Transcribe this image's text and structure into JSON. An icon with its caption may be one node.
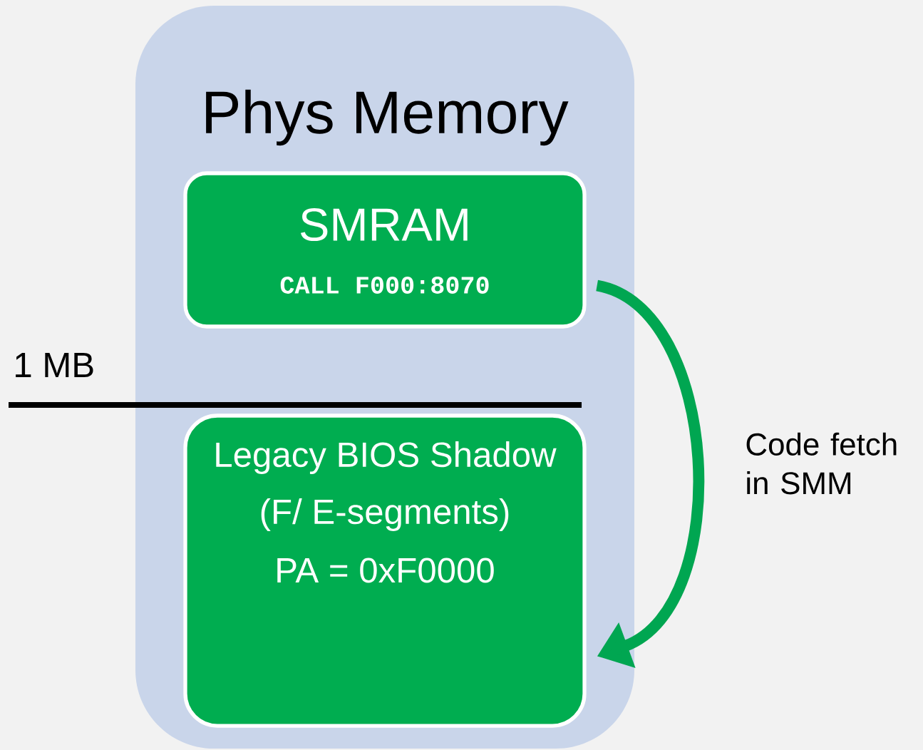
{
  "diagram": {
    "nodes": [
      {
        "text": [
          "Phys Memory"
        ]
      },
      {
        "text": [
          "SMRAM",
          "CALL F000:8070"
        ],
        "in": 0
      },
      {
        "text": [
          "Legacy BIOS Shadow",
          "(F/ E-segments)",
          "PA = 0xF0000"
        ],
        "in": 0
      }
    ],
    "edges": [
      {
        "from": 1,
        "to": 2,
        "arrow": "to",
        "label": "Code fetch in SMM"
      }
    ],
    "labels": [
      "1 MB"
    ]
  }
}
